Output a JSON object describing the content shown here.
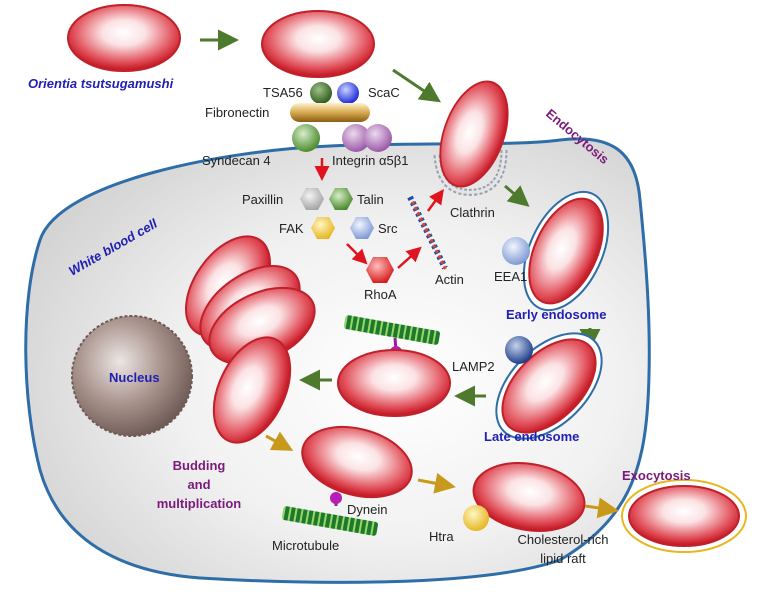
{
  "labels": {
    "orientia": "Orientia tsutsugamushi",
    "tsa56": "TSA56",
    "scac": "ScaC",
    "fibronectin": "Fibronectin",
    "syndecan": "Syndecan 4",
    "integrin": "Integrin α5β1",
    "paxillin": "Paxillin",
    "talin": "Talin",
    "fak": "FAK",
    "src": "Src",
    "rhoa": "RhoA",
    "actin": "Actin",
    "clathrin": "Clathrin",
    "endocytosis": "Endocytosis",
    "white_blood_cell": "White blood cell",
    "eea1": "EEA1",
    "early_endosome": "Early endosome",
    "lamp2": "LAMP2",
    "late_endosome": "Late endosome",
    "nucleus": "Nucleus",
    "budding_1": "Budding",
    "budding_2": "and",
    "budding_3": "multiplication",
    "dynein": "Dynein",
    "microtubule": "Microtubule",
    "htra": "Htra",
    "raft_1": "Cholesterol-rich",
    "raft_2": "lipid raft",
    "exocytosis": "Exocytosis"
  },
  "colors": {
    "blue_label": "#1f1fb4",
    "purple_label": "#7a1a7a",
    "green_arrow": "#4e7a2e",
    "gold_arrow": "#c79a1c",
    "red_arrow": "#e0141e",
    "bacterium_edge": "#c0202a",
    "cell_edge": "#2e6da8"
  }
}
